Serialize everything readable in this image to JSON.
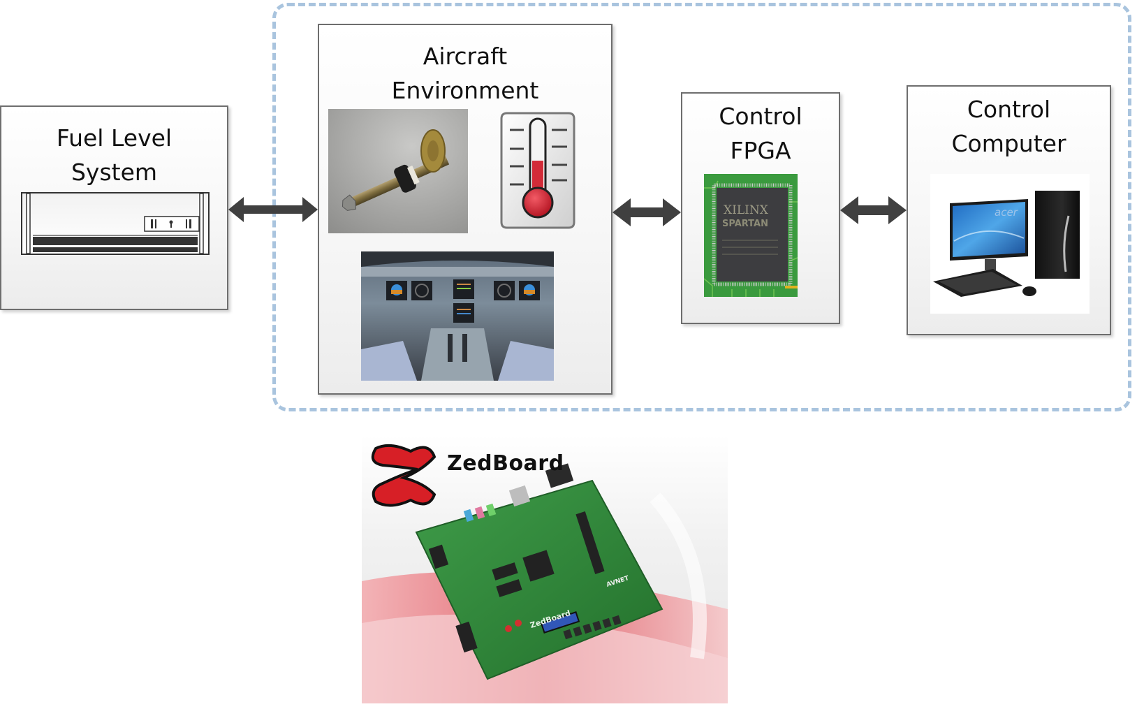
{
  "diagram": {
    "blocks": {
      "fuel_level_system": {
        "title_line1": "Fuel Level",
        "title_line2": "System",
        "image": "rack-server-icon"
      },
      "aircraft_environment": {
        "title_line1": "Aircraft",
        "title_line2": "Environment",
        "images": [
          "fuel-probe-sensor-photo",
          "thermometer-icon",
          "cockpit-photo"
        ]
      },
      "control_fpga": {
        "title_line1": "Control",
        "title_line2": "FPGA",
        "image": "fpga-chip-photo",
        "chip_brand": "XILINX",
        "chip_family": "SPARTAN"
      },
      "control_computer": {
        "title_line1": "Control",
        "title_line2": "Computer",
        "image": "desktop-computer-photo",
        "monitor_brand": "acer"
      }
    },
    "connections": [
      {
        "from": "fuel_level_system",
        "to": "aircraft_environment",
        "type": "bidirectional"
      },
      {
        "from": "aircraft_environment",
        "to": "control_fpga",
        "type": "bidirectional"
      },
      {
        "from": "control_fpga",
        "to": "control_computer",
        "type": "bidirectional"
      }
    ],
    "boundary": {
      "style": "dashed",
      "color": "#a9c4de"
    },
    "platform": {
      "logo_text": "ZedBoard",
      "board_silkscreen": "ZedBoard",
      "vendor_mark": "AVNET",
      "logo_color": "#d71f26"
    },
    "colors": {
      "arrow": "#404040",
      "border": "#6e6e6e",
      "pcb_green": "#2f8a3c",
      "thermo_red": "#c81e2c"
    }
  }
}
